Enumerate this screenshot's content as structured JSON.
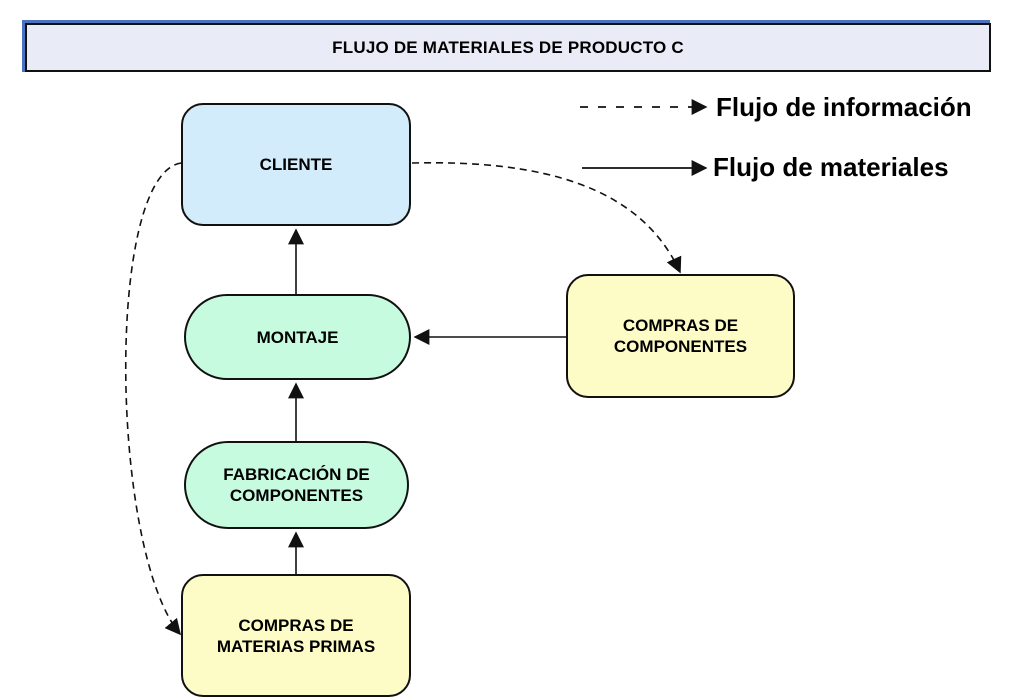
{
  "title": "FLUJO DE MATERIALES DE PRODUCTO C",
  "nodes": {
    "cliente": "CLIENTE",
    "montaje": "MONTAJE",
    "fabricacion": "FABRICACIÓN DE\nCOMPONENTES",
    "compras_materias": "COMPRAS DE\nMATERIAS PRIMAS",
    "compras_componentes": "COMPRAS DE\nCOMPONENTES"
  },
  "legend": {
    "informacion": "Flujo de información",
    "materiales": "Flujo de materiales"
  },
  "colors": {
    "title_shadow": "#4a72c0",
    "title_fill": "#e9ecf6",
    "cliente_fill": "#d3ecfb",
    "process_fill": "#c6fbe0",
    "purchase_fill": "#fdfbc6",
    "stroke": "#111111"
  }
}
